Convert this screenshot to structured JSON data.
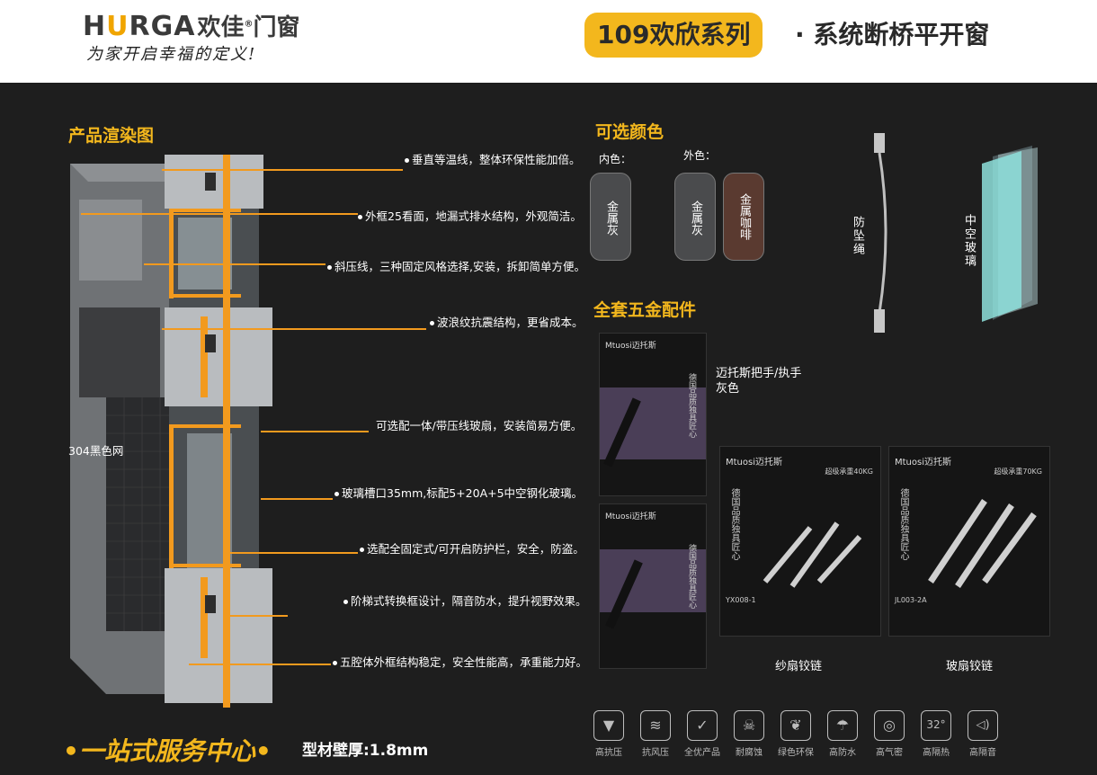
{
  "header": {
    "brand_prefix": "H",
    "brand_u": "U",
    "brand_suffix": "RGA",
    "brand_cn": "欢佳",
    "brand_reg": "®",
    "brand_cn_2": "门窗",
    "slogan": "为家开启幸福的定义!",
    "series_name": "109欢欣系列",
    "series_desc": "· 系统断桥平开窗"
  },
  "render": {
    "title": "产品渲染图",
    "mesh_label": "304黑色网",
    "callouts": [
      "垂直等温线，整体环保性能加倍。",
      "外框25看面，地漏式排水结构，外观简洁。",
      "斜压线，三种固定风格选择,安装，拆卸简单方便。",
      "波浪纹抗震结构，更省成本。",
      "可选配一体/带压线玻扇，安装简易方便。",
      "玻璃槽口35mm,标配5+20A+5中空钢化玻璃。",
      "选配全固定式/可开启防护栏，安全，防盗。",
      "阶梯式转换框设计，隔音防水，提升视野效果。",
      "五腔体外框结构稳定，安全性能高，承重能力好。"
    ]
  },
  "colors": {
    "title": "可选颜色",
    "inner_label": "内色：",
    "outer_label": "外色：",
    "swatches": [
      {
        "name": "金属灰",
        "color": "#4a4b4d"
      },
      {
        "name": "金属灰",
        "color": "#4a4b4d"
      },
      {
        "name": "金属咖啡",
        "color": "#5a3a30"
      }
    ]
  },
  "accessories": {
    "fall_rope": "防坠绳",
    "hollow_glass": "中空玻璃"
  },
  "hardware": {
    "title": "全套五金配件",
    "handle_name": "迈托斯把手/执手",
    "handle_color": "灰色",
    "brand_mark": "Mtuosi迈托斯",
    "vertical_slogan": "德国品质独具匠心",
    "screen_hinge": "纱扇铰链",
    "glass_hinge": "玻扇铰链",
    "screen_code": "YX008-1",
    "glass_code": "JL003-2A",
    "screen_bearing": "超级承重40KG",
    "glass_bearing": "超级承重70KG"
  },
  "footer": {
    "slogan": "•一站式服务中心•",
    "wall": "型材壁厚:1.8mm",
    "features": [
      {
        "label": "高抗压",
        "icon": "pressure-icon",
        "glyph": "▼"
      },
      {
        "label": "抗风压",
        "icon": "wind-pressure-icon",
        "glyph": "≋"
      },
      {
        "label": "全优产品",
        "icon": "check-icon",
        "glyph": "✓"
      },
      {
        "label": "耐腐蚀",
        "icon": "skull-icon",
        "glyph": "☠"
      },
      {
        "label": "绿色环保",
        "icon": "leaf-icon",
        "glyph": "❦"
      },
      {
        "label": "高防水",
        "icon": "rain-icon",
        "glyph": "☂"
      },
      {
        "label": "高气密",
        "icon": "airtight-icon",
        "glyph": "◎"
      },
      {
        "label": "高隔热",
        "icon": "thermometer-icon",
        "glyph": "32°"
      },
      {
        "label": "高隔音",
        "icon": "soundproof-icon",
        "glyph": "◁)"
      }
    ]
  }
}
